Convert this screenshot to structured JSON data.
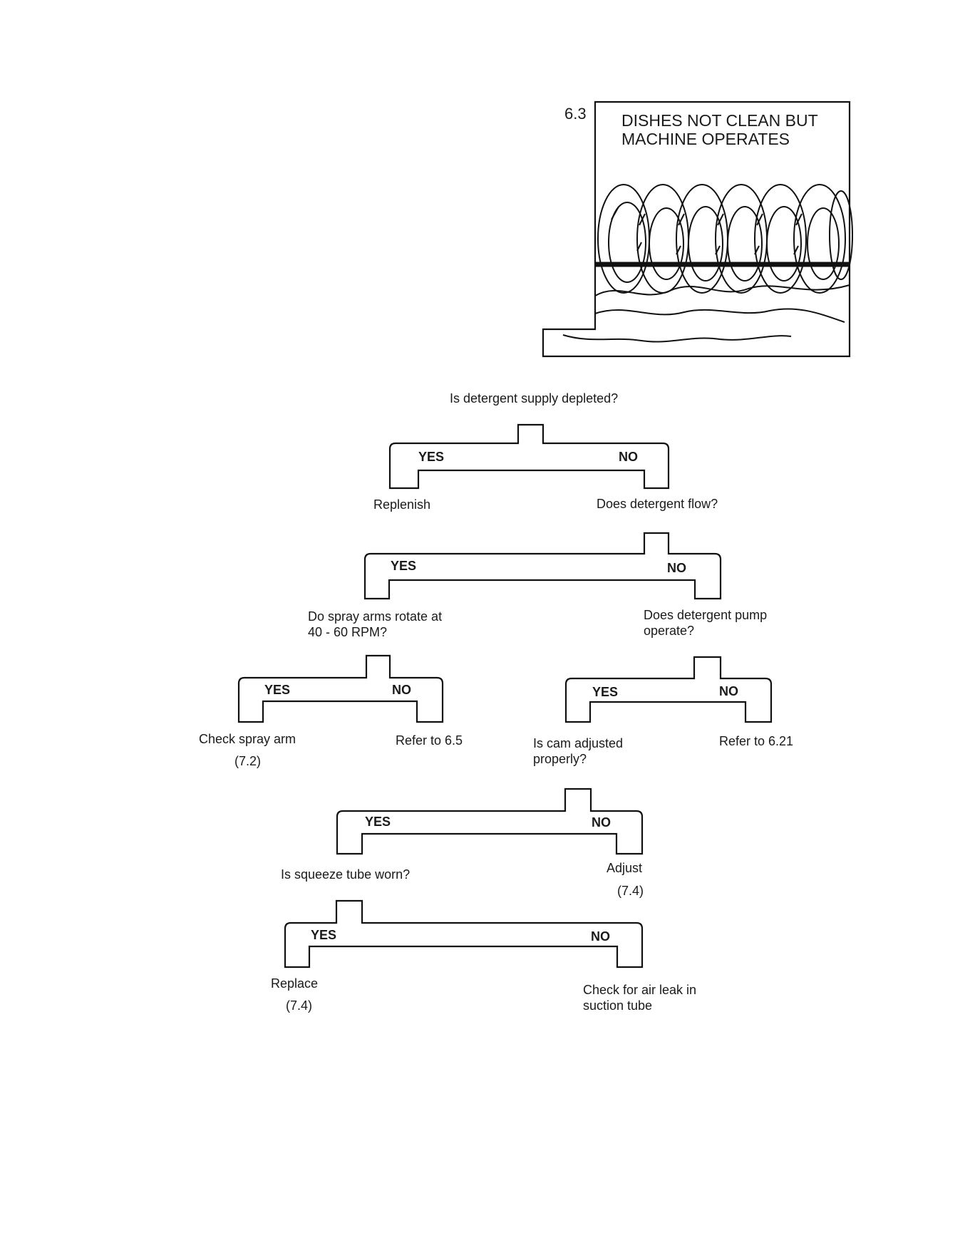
{
  "header": {
    "section_number": "6.3",
    "title_line1": "DISHES NOT CLEAN BUT",
    "title_line2": "MACHINE OPERATES"
  },
  "illustration": {
    "icon": "dishes-in-dishwasher-rack-illustration"
  },
  "q1": {
    "text": "Is detergent supply depleted?"
  },
  "b1": {
    "yes": "YES",
    "no": "NO"
  },
  "a_replenish": {
    "text": "Replenish"
  },
  "q2": {
    "text": "Does detergent flow?"
  },
  "b2": {
    "yes": "YES",
    "no": "NO"
  },
  "q3": {
    "line1": "Do spray arms rotate at",
    "line2": "40 - 60 RPM?"
  },
  "q4": {
    "line1": "Does detergent pump",
    "line2": "operate?"
  },
  "b3": {
    "yes": "YES",
    "no": "NO"
  },
  "b4": {
    "yes": "YES",
    "no": "NO"
  },
  "a_spray": {
    "line1": "Check spray arm",
    "ref": "(7.2)"
  },
  "a_refer65": {
    "text": "Refer to 6.5"
  },
  "q5": {
    "line1": "Is cam adjusted",
    "line2": "properly?"
  },
  "a_refer621": {
    "text": "Refer to 6.21"
  },
  "b5": {
    "yes": "YES",
    "no": "NO"
  },
  "q6": {
    "text": "Is squeeze tube worn?"
  },
  "a_adjust": {
    "line1": "Adjust",
    "ref": "(7.4)"
  },
  "b6": {
    "yes": "YES",
    "no": "NO"
  },
  "a_replace": {
    "line1": "Replace",
    "ref": "(7.4)"
  },
  "a_airleak": {
    "line1": "Check for air leak in",
    "line2": "suction tube"
  }
}
